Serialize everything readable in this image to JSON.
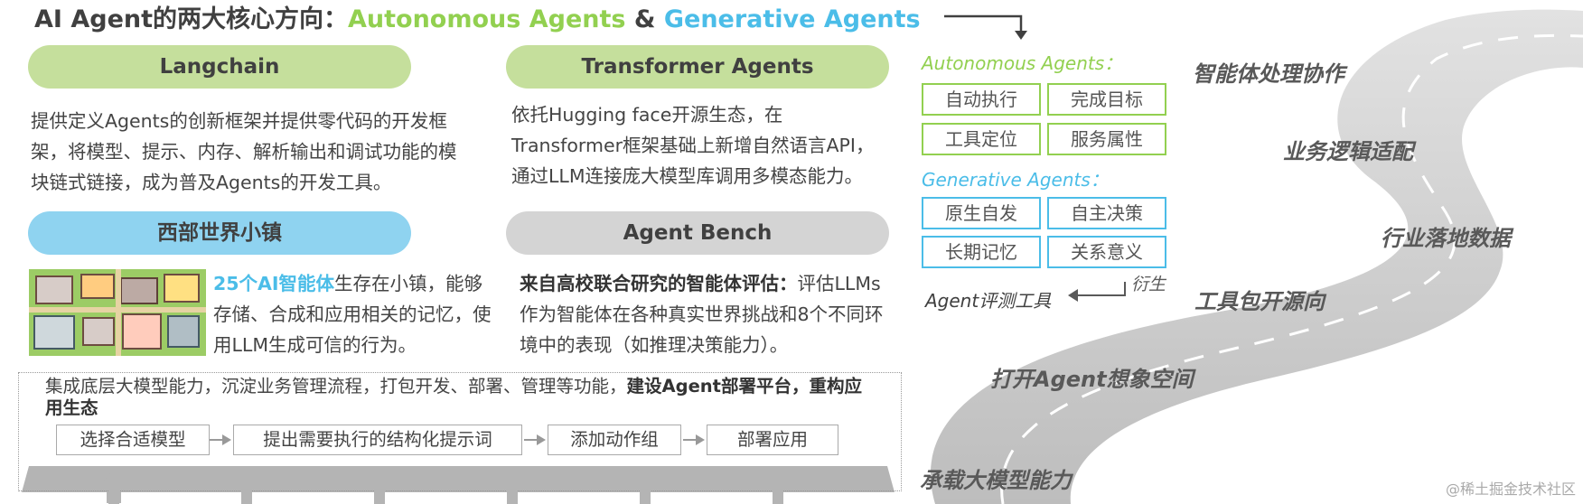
{
  "title": {
    "prefix": "AI Agent的两大核心方向：",
    "autonomous": "Autonomous Agents",
    "amp": " & ",
    "generative": "Generative Agents"
  },
  "langchain": {
    "title": "Langchain",
    "text": "提供定义Agents的创新框架并提供零代码的开发框架，将模型、提示、内存、解析输出和调试功能的模块链式链接，成为普及Agents的开发工具。"
  },
  "transformer": {
    "title": "Transformer Agents",
    "text": "依托Hugging face开源生态，在Transformer框架基础上新增自然语言API，通过LLM连接庞大模型库调用多模态能力。"
  },
  "town": {
    "title": "西部世界小镇",
    "highlight": "25个AI智能体",
    "text": "生存在小镇，能够存储、合成和应用相关的记忆，使用LLM生成可信的行为。"
  },
  "bench": {
    "title": "Agent Bench",
    "bold": "来自高校联合研究的智能体评估：",
    "text": "评估LLMs作为智能体在各种真实世界挑战和8个不同环境中的表现（如推理决策能力）。"
  },
  "platform": {
    "text": "集成底层大模型能力，沉淀业务管理流程，打包开发、部署、管理等功能，",
    "bold": "建设Agent部署平台，重构应用生态",
    "steps": [
      "选择合适模型",
      "提出需要执行的结构化提示词",
      "添加动作组",
      "部署应用"
    ]
  },
  "autonomous_panel": {
    "label": "Autonomous Agents：",
    "tags": [
      "自动执行",
      "完成目标",
      "工具定位",
      "服务属性"
    ]
  },
  "generative_panel": {
    "label": "Generative Agents：",
    "tags": [
      "原生自发",
      "自主决策",
      "长期记忆",
      "关系意义"
    ]
  },
  "derive": {
    "label": "衍生",
    "tool": "Agent评测工具"
  },
  "road": {
    "labels": [
      "智能体处理协作",
      "业务逻辑适配",
      "行业落地数据",
      "工具包开源向",
      "打开Agent想象空间",
      "承载大模型能力"
    ]
  },
  "watermark": "@稀土掘金技术社区",
  "colors": {
    "green": "#92d050",
    "blue": "#4bbde8",
    "pill_green": "#c5df9c",
    "pill_blue": "#8fd3f0",
    "pill_gray": "#d4d4d4",
    "road": "#c8c8c8"
  }
}
